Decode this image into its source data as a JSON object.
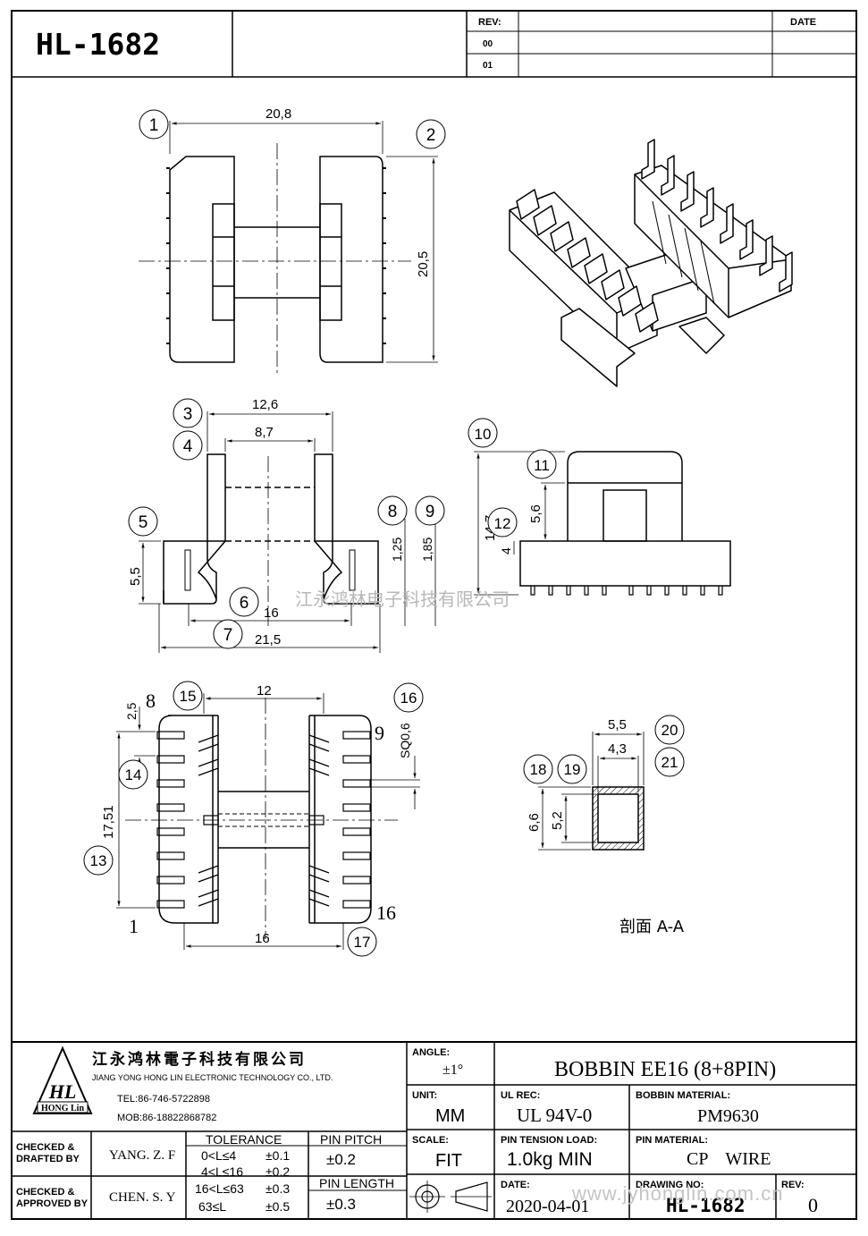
{
  "header": {
    "part_no": "HL-1682",
    "rev_label": "REV:",
    "date_label": "DATE",
    "rev_rows": [
      "00",
      "01"
    ]
  },
  "views": {
    "top": {
      "balloons": [
        "1",
        "2"
      ],
      "dims": [
        "20,8",
        "20,5"
      ]
    },
    "front": {
      "balloons": [
        "3",
        "4",
        "5",
        "6",
        "7",
        "8",
        "9"
      ],
      "dims": [
        "12,6",
        "8,7",
        "5,5",
        "1,25",
        "1,85",
        "16",
        "21,5"
      ]
    },
    "side": {
      "balloons": [
        "10",
        "11",
        "12"
      ],
      "dims": [
        "14,7",
        "5,6",
        "4"
      ]
    },
    "bottom": {
      "balloons": [
        "13",
        "14",
        "15",
        "16",
        "17"
      ],
      "dims": [
        "12",
        "2,5",
        "17,51",
        "SQ0,6",
        "16"
      ],
      "pin_labels": [
        "8",
        "9",
        "1",
        "16"
      ]
    },
    "section": {
      "balloons": [
        "18",
        "19",
        "20",
        "21"
      ],
      "dims": [
        "5,5",
        "4,3",
        "6,6",
        "5,2"
      ],
      "caption": "剖面 A-A"
    }
  },
  "watermark_center": "江永鸿林电子科技有限公司",
  "watermark_bottom": "www.jyhonglin.com.cn",
  "title_block": {
    "company_cn": "江永鸿林電子科技有限公司",
    "company_en": "JIANG YONG HONG LIN ELECTRONIC TECHNOLOGY CO., LTD.",
    "logo": "HL",
    "logo_sub": "HONG Lin",
    "tel": "TEL:86-746-5722898",
    "mob": "MOB:86-18822868782",
    "angle_label": "ANGLE:",
    "angle_value": "±1°",
    "title": "BOBBIN EE16 (8+8PIN)",
    "unit_label": "UNIT:",
    "unit_value": "MM",
    "ul_label": "UL REC:",
    "ul_value": "UL 94V-0",
    "bobbin_mat_label": "BOBBIN MATERIAL:",
    "bobbin_mat_value": "PM9630",
    "checked_drafted_label": "CHECKED & DRAFTED BY",
    "checked_drafted_value": "YANG. Z. F",
    "checked_approved_label": "CHECKED & APPROVED BY",
    "checked_approved_value": "CHEN. S. Y",
    "tolerance_label": "TOLERANCE",
    "tolerances": [
      {
        "range": "0<L≤4",
        "value": "±0.1"
      },
      {
        "range": "4<L≤16",
        "value": "±0.2"
      },
      {
        "range": "16<L≤63",
        "value": "±0.3"
      },
      {
        "range": "63≤L",
        "value": "±0.5"
      }
    ],
    "pin_pitch_label": "PIN PITCH",
    "pin_pitch_value": "±0.2",
    "pin_length_label": "PIN LENGTH",
    "pin_length_value": "±0.3",
    "scale_label": "SCALE:",
    "scale_value": "FIT",
    "pin_tension_label": "PIN TENSION LOAD:",
    "pin_tension_value": "1.0kg MIN",
    "pin_material_label": "PIN MATERIAL:",
    "pin_material_value": "CP    WIRE",
    "date_label": "DATE:",
    "date_value": "2020-04-01",
    "drawing_no_label": "DRAWING NO:",
    "drawing_no_value": "HL-1682",
    "rev_label": "REV:",
    "rev_value": "0"
  }
}
